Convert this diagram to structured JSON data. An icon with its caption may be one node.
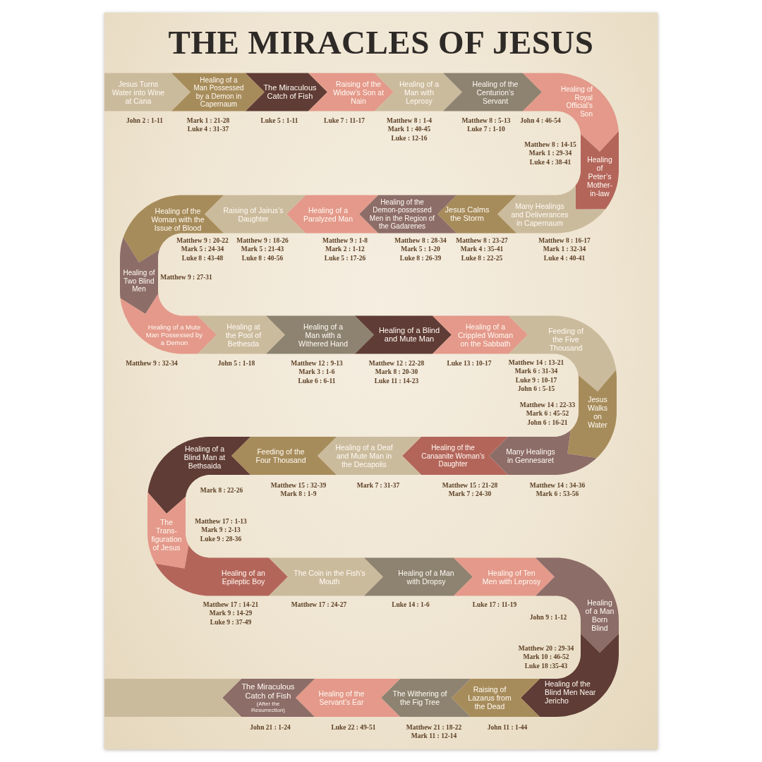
{
  "diagram": {
    "title": "THE MIRACLES OF JESUS",
    "nodes": [
      {
        "text": [
          "Jesus Turns Water into Wine at Cana"
        ],
        "beside": [
          "John 2 : 1-11"
        ]
      },
      {
        "text": [
          "Healing of a Man Possessed by a Demon in Capernaum"
        ],
        "beside": [
          "Mark 1 : 21-28",
          "Luke 4 : 31-37"
        ]
      },
      {
        "text": [
          "The Miraculous Catch of Fish"
        ],
        "beside": [
          "Luke 5 : 1-11"
        ]
      },
      {
        "text": [
          "Raising of the Widow’s Son at Nain"
        ],
        "beside": [
          "Luke 7 : 11-17"
        ]
      },
      {
        "text": [
          "Healing of a Man with Leprosy"
        ],
        "beside": [
          "Matthew 8 : 1-4",
          "Mark 1 : 40-45",
          "Luke : 12-16"
        ]
      },
      {
        "text": [
          "Healing of the Centurion’s Servant"
        ],
        "beside": [
          "Matthew 8 : 5-13",
          "Luke 7 : 1-10"
        ]
      },
      {
        "text": [
          "Healing of Royal Official’s Son"
        ],
        "beside": [
          "John 4 : 46-54"
        ]
      },
      {
        "text": [
          "Healing of Peter’s Mother-in-law"
        ],
        "beside": [
          "Matthew 8 : 14-15",
          "Mark 1 : 29-34",
          "Luke 4 : 38-41"
        ]
      },
      {
        "text": [
          "Many Healings and Deliverances in Capernaum"
        ],
        "beside": [
          "Matthew 8 : 16-17",
          "Mark 1 : 32-34",
          "Luke 4 : 40-41"
        ]
      },
      {
        "text": [
          "Jesus Calms the Storm"
        ],
        "beside": [
          "Matthew 8 : 23-27",
          "Mark 4 : 35-41",
          "Luke 8 : 22-25"
        ]
      },
      {
        "text": [
          "Healing of the Demon-possessed Men in the Region of the Gadarenes"
        ],
        "beside": [
          "Matthew 8 : 28-34",
          "Mark 5 : 1-20",
          "Luke 8 : 26-39"
        ]
      },
      {
        "text": [
          "Healing of a Paralyzed Man"
        ],
        "beside": [
          "Matthew 9 : 1-8",
          "Mark 2 : 1-12",
          "Luke 5 : 17-26"
        ]
      },
      {
        "text": [
          "Raising of Jairus’s Daughter"
        ],
        "beside": [
          "Matthew 9 : 18-26",
          "Mark 5 : 21-43",
          "Luke 8 : 40-56"
        ]
      },
      {
        "text": [
          "Healing of the Woman with the Issue of Blood"
        ],
        "beside": [
          "Matthew 9 : 20-22",
          "Mark 5 : 24-34",
          "Luke 8 : 43-48"
        ]
      },
      {
        "text": [
          "Healing of Two Blind Men"
        ],
        "beside": [
          "Matthew 9 : 27-31"
        ]
      },
      {
        "text": [
          "Healing of a Mute Man Possessed by a Demon"
        ],
        "beside": [
          "Matthew 9 : 32-34"
        ]
      },
      {
        "text": [
          "Healing at the Pool of Bethesda"
        ],
        "beside": [
          "John 5 : 1-18"
        ]
      },
      {
        "text": [
          "Healing of a Man with a Withered Hand"
        ],
        "beside": [
          "Matthew 12 : 9-13",
          "Mark 3 : 1-6",
          "Luke 6 : 6-11"
        ]
      },
      {
        "text": [
          "Healing of a Blind and Mute Man"
        ],
        "beside": [
          "Matthew 12 : 22-28",
          "Mark 8 : 20-30",
          "Luke 11 : 14-23"
        ]
      },
      {
        "text": [
          "Healing of a Crippled Woman on the Sabbath"
        ],
        "beside": [
          "Luke 13 : 10-17"
        ]
      },
      {
        "text": [
          "Feeding of the Five Thousand"
        ],
        "beside": [
          "Matthew 14 : 13-21",
          "Mark 6 : 31-34",
          "Luke 9 : 10-17",
          "John 6 : 5-15"
        ]
      },
      {
        "text": [
          "Jesus Walks on Water"
        ],
        "beside": [
          "Matthew 14 : 22-33",
          "Mark 6 : 45-52",
          "John 6 : 16-21"
        ]
      },
      {
        "text": [
          "Many Healings in Gennesaret"
        ],
        "beside": [
          "Matthew 14 : 34-36",
          "Mark 6 : 53-56"
        ]
      },
      {
        "text": [
          "Healing of the Canaanite Woman’s Daughter"
        ],
        "beside": [
          "Matthew 15 : 21-28",
          "Mark 7 : 24-30"
        ]
      },
      {
        "text": [
          "Healing of a Deaf and Mute Man in the Decapolis"
        ],
        "beside": [
          "Mark 7 : 31-37"
        ]
      },
      {
        "text": [
          "Feeding of the Four Thousand"
        ],
        "beside": [
          "Matthew 15 : 32-39",
          "Mark 8 : 1-9"
        ]
      },
      {
        "text": [
          "Healing of a Blind Man at Bethsaida"
        ],
        "beside": [
          "Mark 8 : 22-26"
        ]
      },
      {
        "text": [
          "The Trans-figuration of Jesus"
        ],
        "beside": [
          "Matthew 17 : 1-13",
          "Mark 9 : 2-13",
          "Luke 9 : 28-36"
        ]
      },
      {
        "text": [
          "Healing of an Epileptic Boy"
        ],
        "beside": [
          "Matthew 17 : 14-21",
          "Mark 9 : 14-29",
          "Luke 9 : 37-49"
        ]
      },
      {
        "text": [
          "The Coin in the Fish’s Mouth"
        ],
        "beside": [
          "Matthew 17 : 24-27"
        ]
      },
      {
        "text": [
          "Healing of a Man with Dropsy"
        ],
        "beside": [
          "Luke 14 : 1-6"
        ]
      },
      {
        "text": [
          "Healing of Ten Men with Leprosy"
        ],
        "beside": [
          "Luke 17 : 11-19"
        ]
      },
      {
        "text": [
          "Healing of a Man Born Blind"
        ],
        "beside": [
          "John 9 : 1-12"
        ]
      },
      {
        "text": [
          "Healing of the Blind Men Near Jericho"
        ],
        "beside": [
          "Matthew 20 : 29-34",
          "Mark 10 : 46-52",
          "Luke 18 :35-43"
        ]
      },
      {
        "text": [
          "Raising of Lazarus from the Dead"
        ],
        "beside": [
          "John 11 : 1-44"
        ]
      },
      {
        "text": [
          "The Withering of the Fig Tree"
        ],
        "beside": [
          "Matthew 21 : 18-22",
          "Mark 11 : 12-14"
        ]
      },
      {
        "text": [
          "Healing of the Servant’s Ear"
        ],
        "beside": [
          "Luke 22 : 49-51"
        ]
      },
      {
        "text": [
          "The Miraculous Catch of Fish",
          "(After the Resurrection)"
        ],
        "beside": [
          "John 21 : 1-24"
        ]
      },
      {
        "text": [],
        "shape": "bar"
      }
    ]
  }
}
